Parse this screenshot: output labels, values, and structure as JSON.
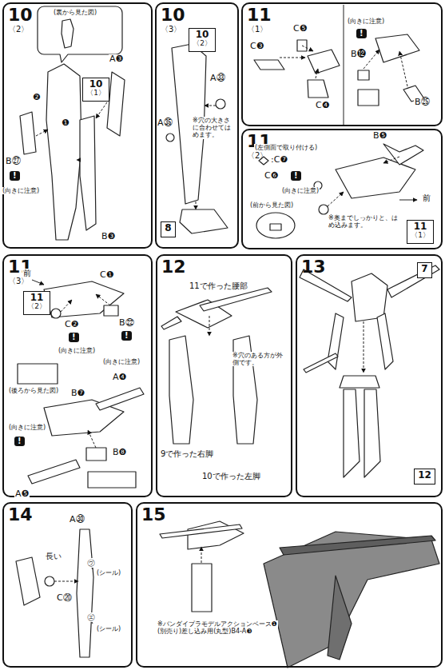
{
  "diagram": {
    "nodes": [
      {
        "text": [
          "10",
          "〈2〉"
        ]
      },
      {
        "text": [
          "10",
          "〈1〉"
        ],
        "in": 0
      },
      {
        "text": [
          "10",
          "〈3〉"
        ]
      },
      {
        "text": [
          "10",
          "〈2〉"
        ],
        "in": 2
      },
      {
        "text": [
          "8"
        ],
        "in": 2
      },
      {
        "text": [
          "11",
          "〈1〉"
        ]
      },
      {
        "text": [
          "11",
          "〈2〉"
        ]
      },
      {
        "text": [
          "11",
          "〈1〉"
        ],
        "in": 6
      },
      {
        "text": [
          "11",
          "〈3〉"
        ]
      },
      {
        "text": [
          "11",
          "〈2〉"
        ],
        "in": 8
      },
      {
        "text": [
          "12"
        ]
      },
      {
        "text": [
          "13"
        ]
      },
      {
        "text": [
          "7"
        ],
        "in": 11
      },
      {
        "text": [
          "12"
        ],
        "in": 11
      },
      {
        "text": [
          "14"
        ]
      },
      {
        "text": [
          "15"
        ]
      }
    ],
    "labels": [
      "(裏から見た図)",
      "❷",
      "❶",
      "A❸",
      "B㉗",
      "!",
      "(向きに注意)",
      "B❸",
      "A㉝",
      "※穴の大きさに合わせてはめます。",
      "A㉟",
      "C❺",
      "C❸",
      "C❹",
      "(向きに注意)",
      "!",
      "B⓬",
      "B㉕",
      "B❺",
      "(左側面で取り付ける)",
      ":C❼",
      "C❻",
      "!",
      "(向きに注意)",
      "(前から見た図)",
      "前",
      "※奥までしっかりと、はめ込みます。",
      "前",
      "C❶",
      "C❷",
      "!",
      "(向きに注意)",
      "B㉒",
      "!",
      "(向きに注意)",
      "(後ろから見た図)",
      "B❼",
      "A❹",
      "(向きに注意)",
      "!",
      "A❺",
      "B❽",
      "11で作った腰部",
      "※穴のある方が外側です。",
      "9で作った右脚",
      "10で作った左脚",
      "A㉚",
      "長い",
      "㋒",
      "(シール)",
      "C⑳",
      "㋓",
      "(シール)",
      "※バンダイプラモデルアクションベース❶(別売り)差し込み用(丸型)B4-A❸"
    ]
  }
}
